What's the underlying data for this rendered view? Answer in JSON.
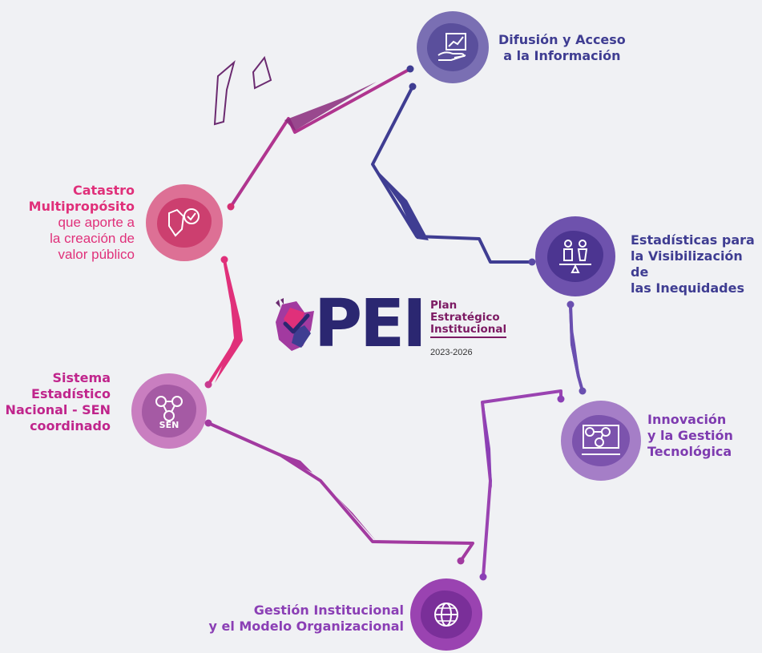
{
  "logo": {
    "word": "PEI",
    "subtitle_lines": [
      "Plan",
      "Estratégico",
      "Institucional"
    ],
    "years": "2023-2026"
  },
  "nodes": {
    "difusion": {
      "bold_lines": [
        "Difusión y Acceso",
        "a la Información"
      ],
      "icon": "hand-chart-icon",
      "color": "#7a6fb3"
    },
    "estadisticas": {
      "bold_lines": [
        "Estadísticas para",
        "la Visibilización de",
        "las Inequidades"
      ],
      "icon": "people-balance-icon",
      "color": "#6e52ad"
    },
    "innovacion": {
      "bold_lines": [
        "Innovación",
        "y la Gestión",
        "Tecnológica"
      ],
      "icon": "monitor-network-icon",
      "color": "#a57ec7"
    },
    "gestion": {
      "bold_lines": [
        "Gestión Institucional",
        "y el Modelo Organizacional"
      ],
      "icon": "globe-icon",
      "color": "#9a43b1"
    },
    "sen": {
      "bold_lines": [
        "Sistema",
        "Estadístico",
        "Nacional - SEN",
        "coordinado"
      ],
      "icon": "network-people-icon",
      "tag": "SEN",
      "color": "#c97ec0"
    },
    "catastro": {
      "bold_lines": [
        "Catastro",
        "Multipropósito"
      ],
      "light_lines": [
        "que aporte a",
        "la creación de",
        "valor público"
      ],
      "icon": "map-check-icon",
      "color": "#dd7095"
    }
  },
  "colors": {
    "pink": "#e0307a",
    "magenta": "#a23aa0",
    "indigo": "#3f3d92",
    "violet": "#6a4fb0",
    "purple": "#8b3fb5",
    "navy": "#2b2771",
    "wine": "#7c1a63"
  }
}
